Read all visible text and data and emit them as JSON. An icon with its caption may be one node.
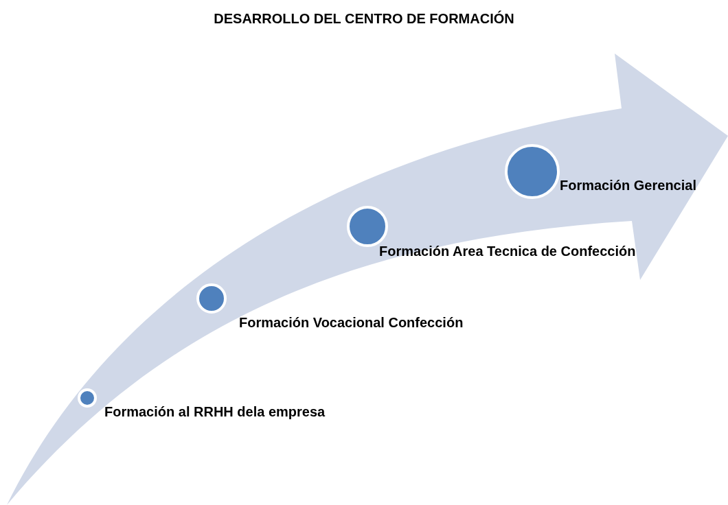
{
  "diagram": {
    "title": "DESARROLLO DEL CENTRO DE FORMACIÓN",
    "nodes": [
      {
        "text": [],
        "shape": "circle",
        "beside": [
          "Formación al RRHH dela empresa"
        ]
      },
      {
        "text": [],
        "shape": "circle",
        "beside": [
          "Formación Vocacional Confección"
        ]
      },
      {
        "text": [],
        "shape": "circle",
        "beside": [
          "Formación Area Tecnica de Confección"
        ]
      },
      {
        "text": [],
        "shape": "circle",
        "beside": [
          "Formación Gerencial"
        ]
      }
    ]
  }
}
